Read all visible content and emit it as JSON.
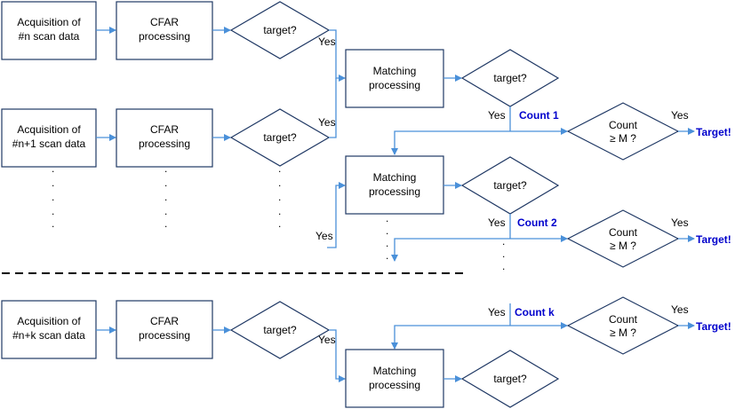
{
  "nodes": {
    "acq_n": {
      "line1": "Acquisition of",
      "line2": "#n scan data"
    },
    "acq_n1": {
      "line1": "Acquisition of",
      "line2": "#n+1 scan data"
    },
    "acq_nk": {
      "line1": "Acquisition of",
      "line2": "#n+k scan data"
    },
    "cfar": {
      "line1": "CFAR",
      "line2": "processing"
    },
    "matching": {
      "line1": "Matching",
      "line2": "processing"
    },
    "target_q": "target?",
    "count_ge_m": {
      "line1": "Count",
      "line2": "≥ M ?"
    }
  },
  "labels": {
    "yes": "Yes",
    "count_1": "Count  1",
    "count_2": "Count  2",
    "count_k": "Count  k",
    "target_out": "Target!",
    "dot": "."
  },
  "colors": {
    "arrow": "#4a90d9",
    "box_border": "#1f3864",
    "count_text": "#0000cc",
    "separator": "#000000"
  }
}
